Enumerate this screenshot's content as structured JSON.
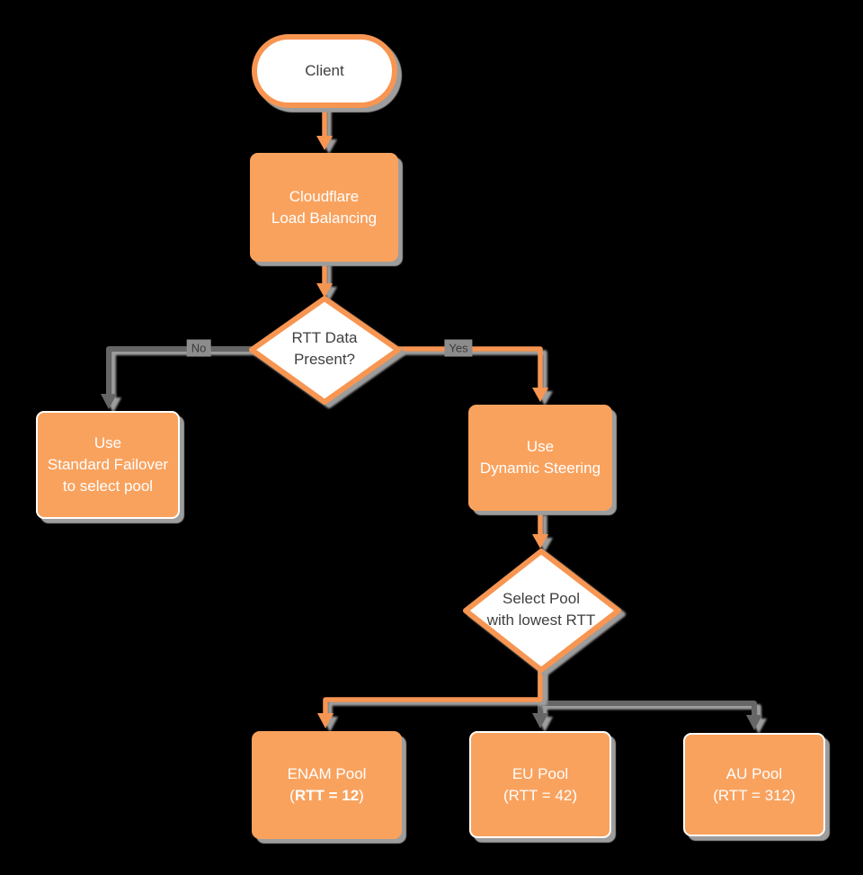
{
  "colors": {
    "background": "#000000",
    "orange_fill": "#F9A25E",
    "orange_stroke": "#F79552",
    "gray_edge": "#666666",
    "shadow": "#9D9D9D",
    "dark_text": "#3F3F3F",
    "light_text": "#FFFFFF",
    "edge_chip_bg": "#8C8C8C"
  },
  "nodes": {
    "client": {
      "label": "Client"
    },
    "load_balancing": {
      "line1": "Cloudflare",
      "line2": "Load Balancing"
    },
    "rtt_decision": {
      "line1": "RTT Data",
      "line2": "Present?"
    },
    "standard_failover": {
      "line1": "Use",
      "line2": "Standard Failover",
      "line3": "to select pool"
    },
    "dynamic_steering": {
      "line1": "Use",
      "line2": "Dynamic Steering"
    },
    "select_pool": {
      "line1": "Select Pool",
      "line2": "with lowest RTT"
    },
    "enam_pool": {
      "name": "ENAM Pool",
      "rtt_open": "(",
      "rtt_value": "RTT = 12",
      "rtt_close": ")"
    },
    "eu_pool": {
      "name": "EU Pool",
      "rtt_open": "(",
      "rtt_value": "RTT = 42",
      "rtt_close": ")"
    },
    "au_pool": {
      "name": "AU Pool",
      "rtt_open": "(",
      "rtt_value": "RTT = 312",
      "rtt_close": ")"
    }
  },
  "edge_labels": {
    "no": "No",
    "yes": "Yes"
  }
}
